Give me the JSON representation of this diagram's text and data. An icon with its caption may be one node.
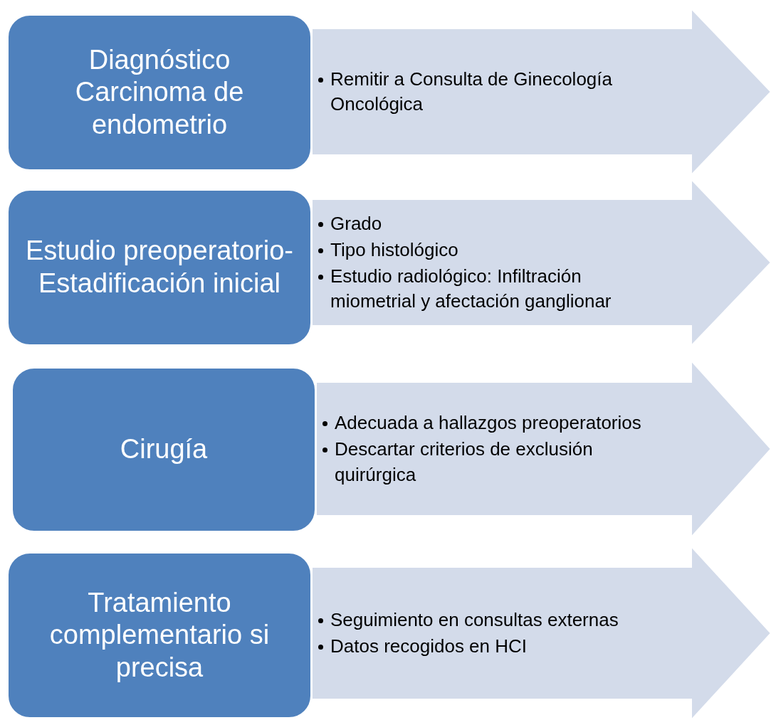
{
  "diagram": {
    "nodes": [
      {
        "text": [
          "Diagnóstico Carcinoma de endometrio"
        ]
      },
      {
        "text": [
          "Remitir a Consulta de Ginecología Oncológica"
        ]
      },
      {
        "text": [
          "Estudio preoperatorio- Estadificación inicial"
        ]
      },
      {
        "text": [
          "Grado",
          "Tipo histológico",
          "Estudio radiológico: Infiltración miometrial y afectación ganglionar"
        ]
      },
      {
        "text": [
          "Cirugía"
        ]
      },
      {
        "text": [
          "Adecuada a hallazgos preoperatorios",
          "Descartar criterios de exclusión quirúrgica"
        ]
      },
      {
        "text": [
          "Tratamiento complementario si precisa"
        ]
      },
      {
        "text": [
          "Seguimiento en consultas externas",
          "Datos recogidos en HCI"
        ]
      }
    ],
    "edges": []
  }
}
